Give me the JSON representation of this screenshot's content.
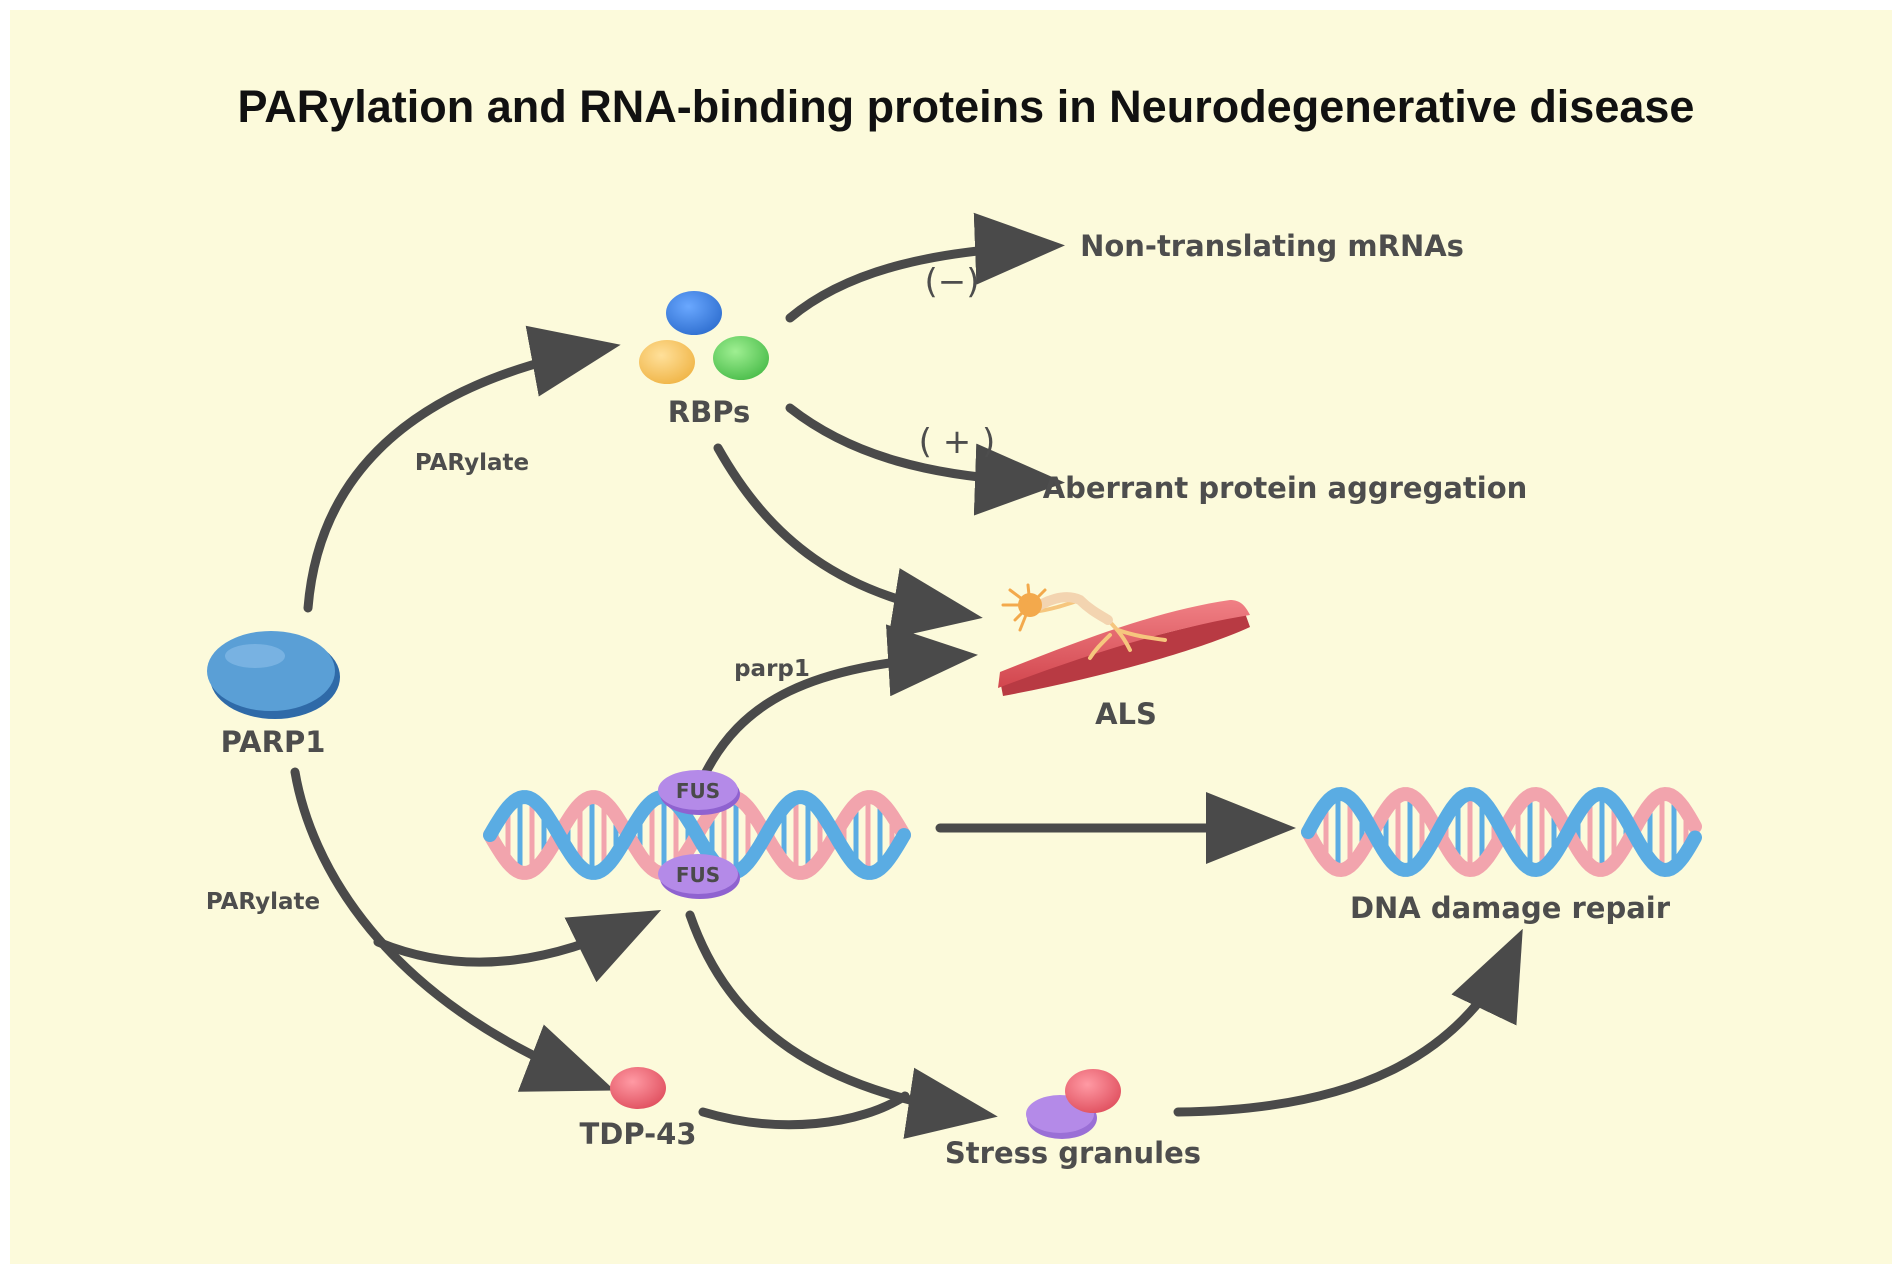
{
  "title": "PARylation and RNA-binding proteins in Neurodegenerative disease",
  "colors": {
    "background": "#fcfadb",
    "arrow": "#4a4a4a",
    "text": "#4d4d4d",
    "parp1": "#5a9fd6",
    "rbp_blue": "#3a7fd9",
    "rbp_yellow": "#f7c768",
    "rbp_green": "#6ccf6a",
    "fus": "#b48ae8",
    "tdp43": "#ef6f7c",
    "muscle": "#e45e64",
    "neuron": "#f6c67e",
    "dna_pink": "#f2a4ad",
    "dna_blue": "#5aace3"
  },
  "nodes": {
    "parp1": "PARP1",
    "rbps": "RBPs",
    "tdp43": "TDP-43",
    "fus_top": "FUS",
    "fus_bottom": "FUS",
    "als": "ALS",
    "stress_granules": "Stress granules",
    "dna_repair": "DNA damage repair",
    "non_translating": "Non-translating mRNAs",
    "aggregation": "Aberrant protein aggregation"
  },
  "edge_labels": {
    "parylate_top": "PARylate",
    "parylate_bottom": "PARylate",
    "parp1_lower": "parp1",
    "minus": "(−)",
    "plus": "( + )"
  },
  "icons": [
    "parp1-ellipse",
    "rbp-spheres",
    "neuron-muscle-icon",
    "dna-helix-icon",
    "tdp43-sphere",
    "stress-granule-spheres"
  ]
}
